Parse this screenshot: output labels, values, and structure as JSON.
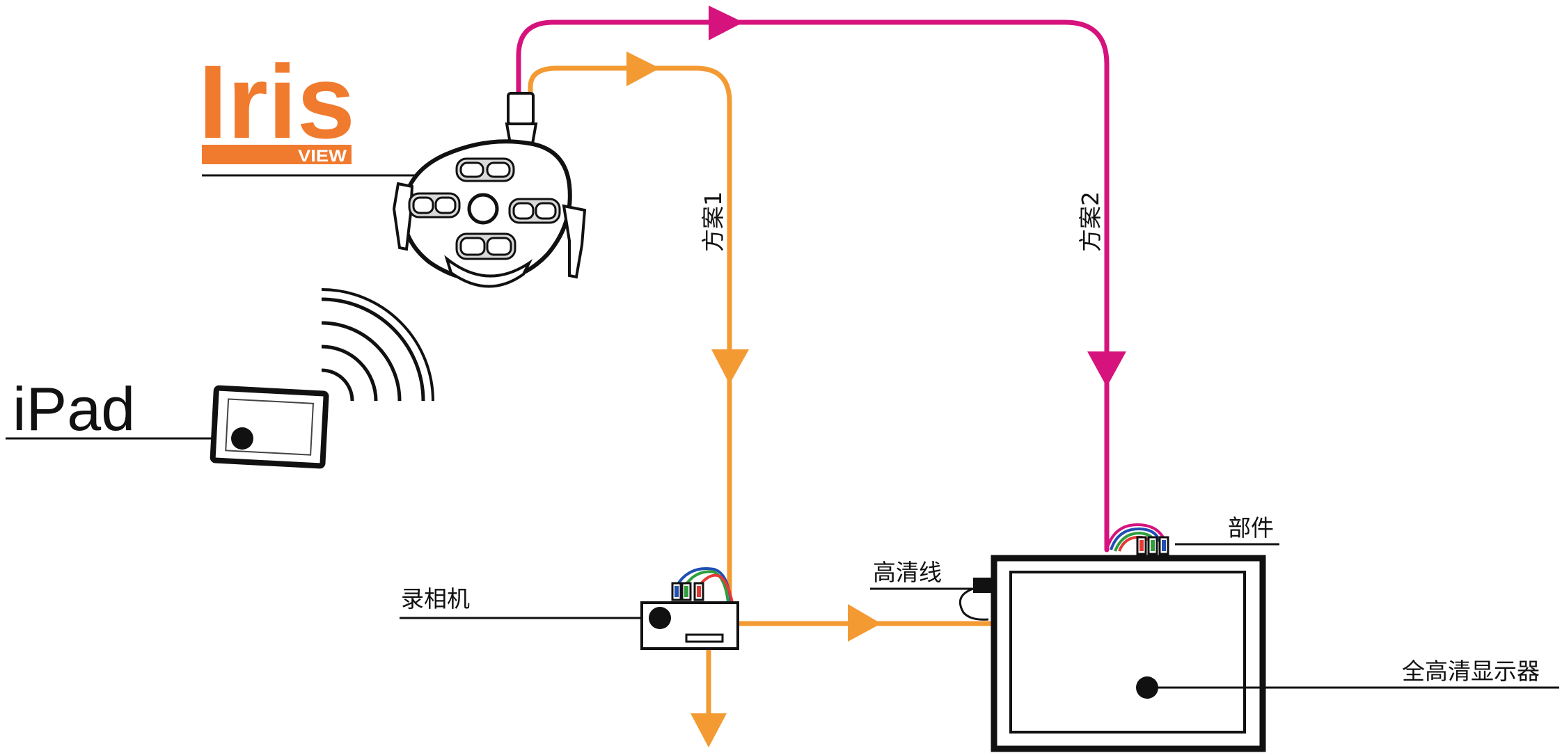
{
  "colors": {
    "option1": "#f39a32",
    "option2": "#d6137d",
    "logo": "#f07a2e",
    "ink": "#111111",
    "wire_red": "#e53935",
    "wire_green": "#2e9e3e",
    "wire_blue": "#1f4fb3"
  },
  "logo": {
    "brand": "Iris",
    "sub": "VIEW"
  },
  "labels": {
    "ipad": "iPad",
    "option1": "方案1",
    "option2": "方案2",
    "recorder": "录相机",
    "hdmi_cable": "高清线",
    "parts": "部件",
    "display": "全高清显示器"
  },
  "icons": {
    "dental_lamp": "dental-lamp-icon",
    "wifi": "wifi-icon",
    "tablet": "tablet-icon",
    "recorder": "recorder-box-icon",
    "monitor": "monitor-icon",
    "connector": "rgb-connector-icon"
  }
}
